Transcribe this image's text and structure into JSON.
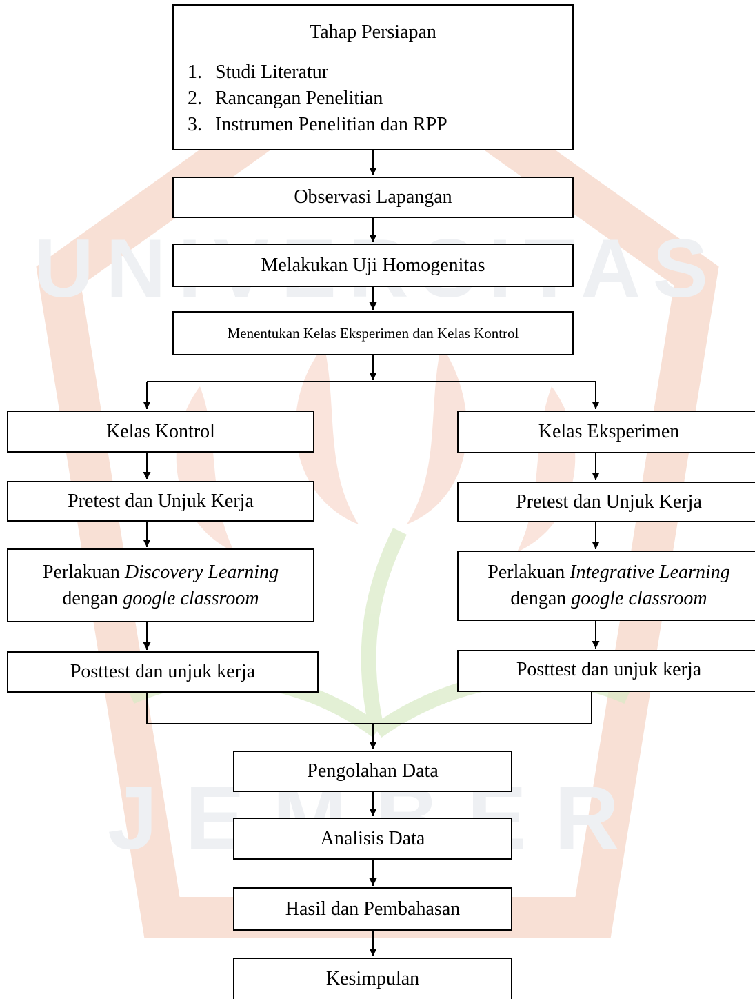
{
  "watermark": {
    "text": "UNIVERSITAS JEMBER",
    "color": "#f3c6b2"
  },
  "preparation": {
    "title": "Tahap Persiapan",
    "items": [
      {
        "num": "1.",
        "text": "Studi Literatur"
      },
      {
        "num": "2.",
        "text": "Rancangan Penelitian"
      },
      {
        "num": "3.",
        "text": "Instrumen Penelitian dan RPP"
      }
    ]
  },
  "steps": {
    "observation": "Observasi Lapangan",
    "homogeneity": "Melakukan Uji Homogenitas",
    "class_selection": "Menentukan Kelas Eksperimen dan Kelas Kontrol"
  },
  "control": {
    "title": "Kelas Kontrol",
    "pretest": "Pretest dan Unjuk Kerja",
    "treatment_prefix": "Perlakuan ",
    "treatment_model": "Discovery Learning",
    "treatment_with": "dengan ",
    "treatment_media": "google classroom",
    "posttest": "Posttest dan unjuk kerja"
  },
  "experiment": {
    "title": "Kelas Eksperimen",
    "pretest": "Pretest dan Unjuk Kerja",
    "treatment_prefix": "Perlakuan ",
    "treatment_model": "Integrative Learning",
    "treatment_with": "dengan ",
    "treatment_media": "google classroom",
    "posttest": "Posttest dan unjuk kerja"
  },
  "final": {
    "processing": "Pengolahan Data",
    "analysis": "Analisis Data",
    "results": "Hasil dan Pembahasan",
    "conclusion": "Kesimpulan"
  }
}
